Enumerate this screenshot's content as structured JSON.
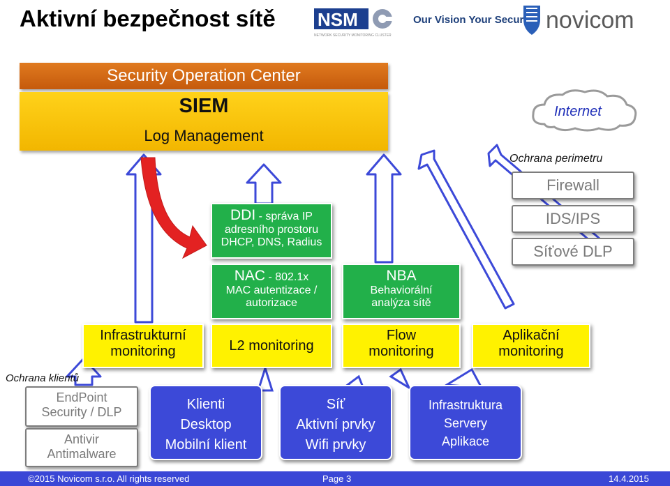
{
  "title": "Aktivní bezpečnost sítě",
  "logos": {
    "nsm": "NSM",
    "nsm_sub": "NETWORK SECURITY MONITORING CLUSTER",
    "slogan": "Our Vision Your Security",
    "novicom": "novicom"
  },
  "soc": {
    "label": "Security Operation Center",
    "siem": "SIEM",
    "log_management": "Log Management"
  },
  "internet": "Internet",
  "perimeter": {
    "label": "Ochrana perimetru",
    "items": [
      "Firewall",
      "IDS/IPS",
      "Síťové DLP"
    ]
  },
  "ddi": {
    "title": "DDI",
    "suffix": " - správa IP",
    "lines": [
      "adresního prostoru",
      "DHCP, DNS, Radius"
    ]
  },
  "nac": {
    "title": "NAC",
    "suffix": " - 802.1x",
    "lines": [
      "MAC autentizace /",
      "autorizace"
    ]
  },
  "nba": {
    "title": "NBA",
    "lines": [
      "Behaviorální",
      "analýza sítě"
    ]
  },
  "monitoring": {
    "infra": [
      "Infrastrukturní",
      "monitoring"
    ],
    "l2": "L2 monitoring",
    "flow": [
      "Flow",
      "monitoring"
    ],
    "app": [
      "Aplikační",
      "monitoring"
    ]
  },
  "clients_protection": {
    "label": "Ochrana klientů",
    "items": [
      [
        "EndPoint",
        "Security / DLP"
      ],
      [
        "Antivir",
        "Antimalware"
      ]
    ]
  },
  "blue": {
    "klienti": {
      "title": "Klienti",
      "lines": [
        "Desktop",
        "Mobilní klient"
      ]
    },
    "sit": {
      "title": "Síť",
      "lines": [
        "Aktivní prvky",
        "Wifi prvky"
      ]
    },
    "infra": {
      "title": "Infrastruktura",
      "lines": [
        "Servery",
        "Aplikace"
      ]
    }
  },
  "footer": {
    "copyright": "©2015 Novicom s.r.o. All rights reserved",
    "page": "Page 3",
    "date": "14.4.2015"
  },
  "colors": {
    "orange": "#d96b16",
    "yellow": "#ffcc00",
    "green": "#22b04a",
    "blue": "#3c49d8",
    "lime": "#fff200"
  }
}
